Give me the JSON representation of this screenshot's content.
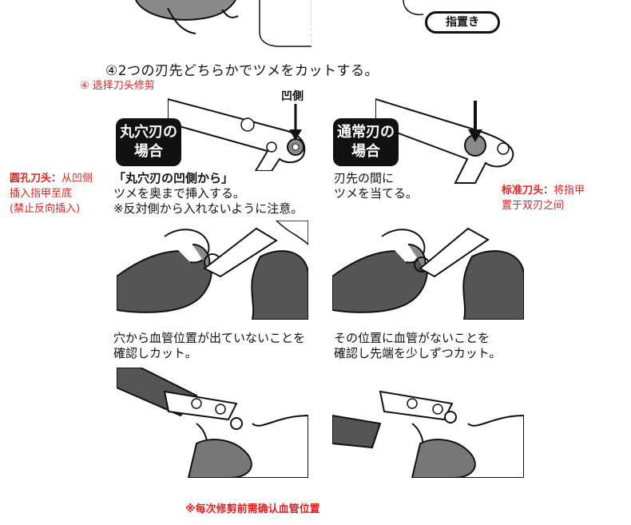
{
  "top": {
    "pill_label": "指置き"
  },
  "step": {
    "title_ja": "④2つの刃先どちらかでツメをカットする。",
    "title_cn": "④ 选择刀头修剪"
  },
  "left": {
    "badge_line1": "丸穴刃の",
    "badge_line2": "場合",
    "desc_line1": "「丸穴刃の凹側から」",
    "desc_line2": "ツメを奥まで挿入する。",
    "desc_line3": "※反対側から入れないように注意。",
    "note_head": "圆孔刀头：",
    "note_line1": "从凹侧",
    "note_line2": "插入指甲至底",
    "note_line3": "(禁止反向插入)",
    "caption_line1": "穴から血管位置が出ていないことを",
    "caption_line2": "確認しカット。"
  },
  "right": {
    "badge_line1": "通常刃の",
    "badge_line2": "場合",
    "desc_line1": "刃先の間に",
    "desc_line2": "ツメを当てる。",
    "note_head": "标准刀头：",
    "note_line1": "将指甲",
    "note_line2": "置于双刃之间",
    "caption_line1": "その位置に血管がないことを",
    "caption_line2": "確認し先端を少しずつカット。"
  },
  "callout": {
    "concave_side": "凹側"
  },
  "footer": {
    "note": "※每次修剪前需确认血管位置"
  }
}
